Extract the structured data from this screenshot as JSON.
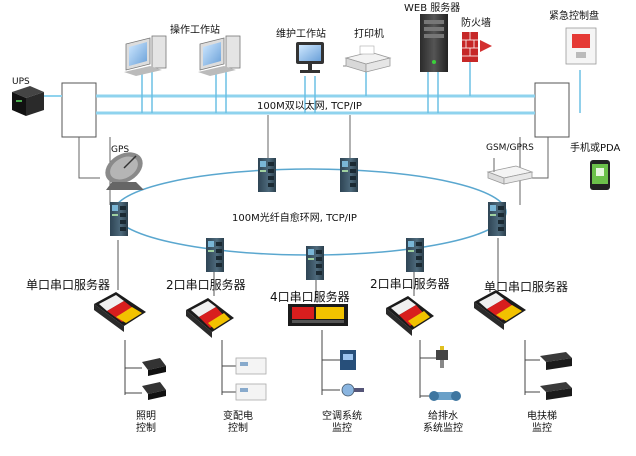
{
  "colors": {
    "ethernet_bus": "#8fd3ee",
    "ring": "#5aa7cf",
    "server_red": "#d81e1e",
    "server_yellow": "#f2c200",
    "server_black": "#1b1b1b",
    "switch_body": "#3d5566",
    "firewall": "#c62828"
  },
  "top": {
    "ups": "UPS",
    "operator_station": "操作工作站",
    "maintenance_station": "维护工作站",
    "printer": "打印机",
    "web_server": "WEB 服务器",
    "firewall": "防火墙",
    "emergency_panel": "紧急控制盘",
    "ethernet": "100M双以太网, TCP/IP",
    "gps": "GPS",
    "gsm_gprs": "GSM/GPRS",
    "mobile_pda": "手机或PDA"
  },
  "ring": {
    "label": "100M光纤自愈环网, TCP/IP"
  },
  "servers": [
    {
      "label": "单口串口服务器",
      "device": "照明\n控制"
    },
    {
      "label": "2口串口服务器",
      "device": "变配电\n控制"
    },
    {
      "label": "4口串口服务器",
      "device": "空调系统\n监控"
    },
    {
      "label": "2口串口服务器",
      "device": "给排水\n系统监控"
    },
    {
      "label": "单口串口服务器",
      "device": "电扶梯\n监控"
    }
  ],
  "icons": [
    "ups-icon",
    "workstation-icon",
    "monitor-icon",
    "printer-icon",
    "server-tower-icon",
    "firewall-icon",
    "alarm-panel-icon",
    "gps-dish-icon",
    "router-icon",
    "phone-icon",
    "switch-icon",
    "serial-server-icon",
    "sensor-icon"
  ]
}
